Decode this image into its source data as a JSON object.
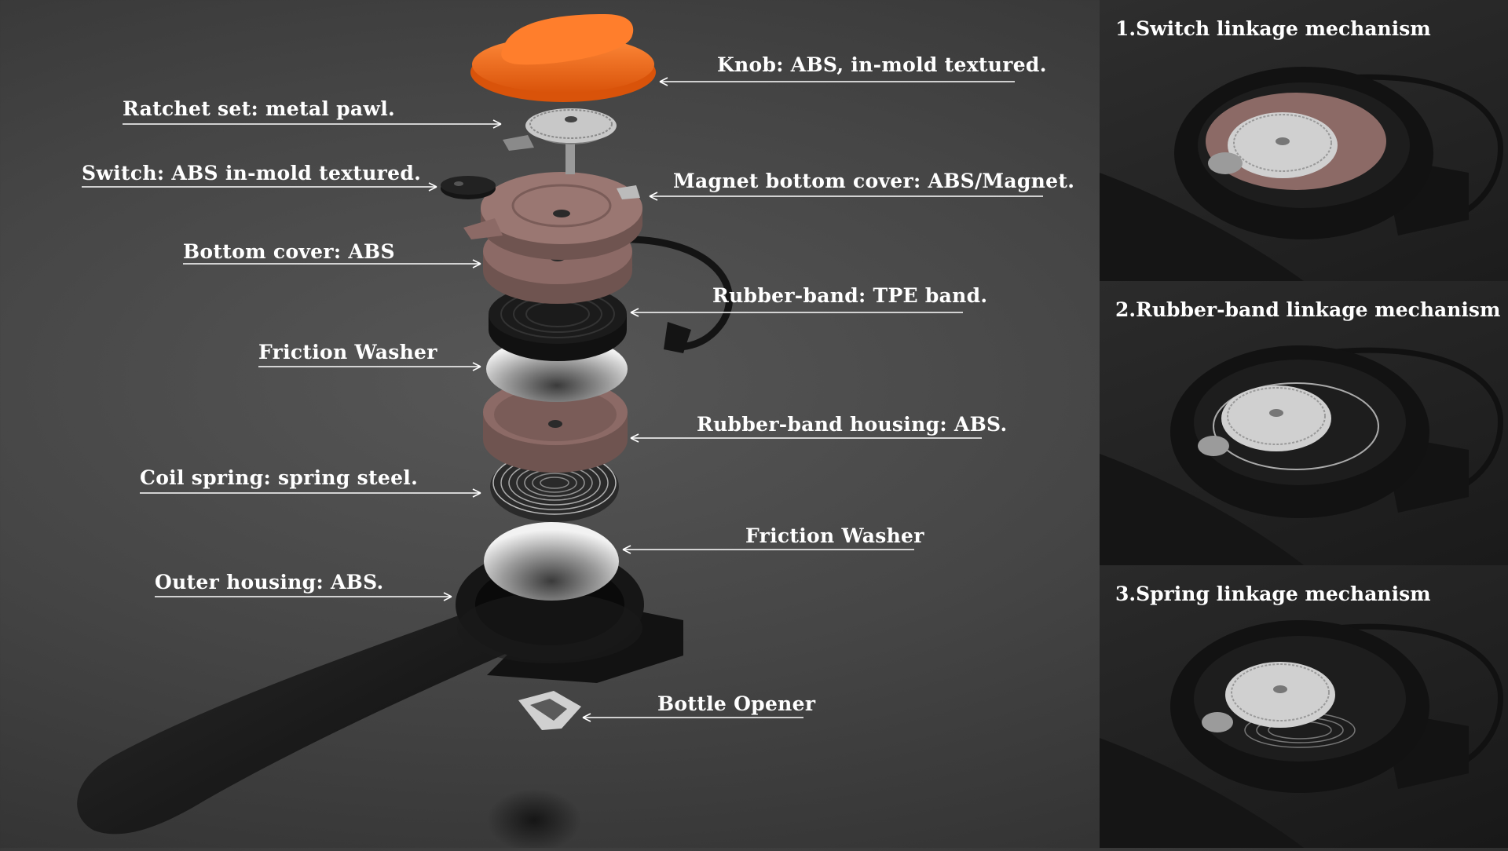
{
  "diagram": {
    "labels": {
      "knob": "Knob: ABS, in-mold textured.",
      "ratchet": "Ratchet set: metal pawl.",
      "switch": "Switch: ABS in-mold textured.",
      "magnet_cover": "Magnet bottom cover: ABS/Magnet.",
      "bottom_cover": "Bottom cover: ABS",
      "rubber_band": "Rubber-band: TPE band.",
      "friction_washer_1": "Friction Washer",
      "rubber_band_housing": "Rubber-band housing: ABS.",
      "coil_spring": "Coil spring: spring steel.",
      "friction_washer_2": "Friction Washer",
      "outer_housing": "Outer housing: ABS.",
      "bottle_opener": "Bottle Opener"
    }
  },
  "panels": [
    {
      "title": "1.Switch linkage mechanism"
    },
    {
      "title": "2.Rubber-band linkage mechanism"
    },
    {
      "title": "3.Spring linkage mechanism"
    }
  ],
  "colors": {
    "knob": "#f26a1b",
    "cover": "#8c6a66",
    "housing": "#151515",
    "metal": "#c8c8c8",
    "panel_bg": "#262626"
  }
}
